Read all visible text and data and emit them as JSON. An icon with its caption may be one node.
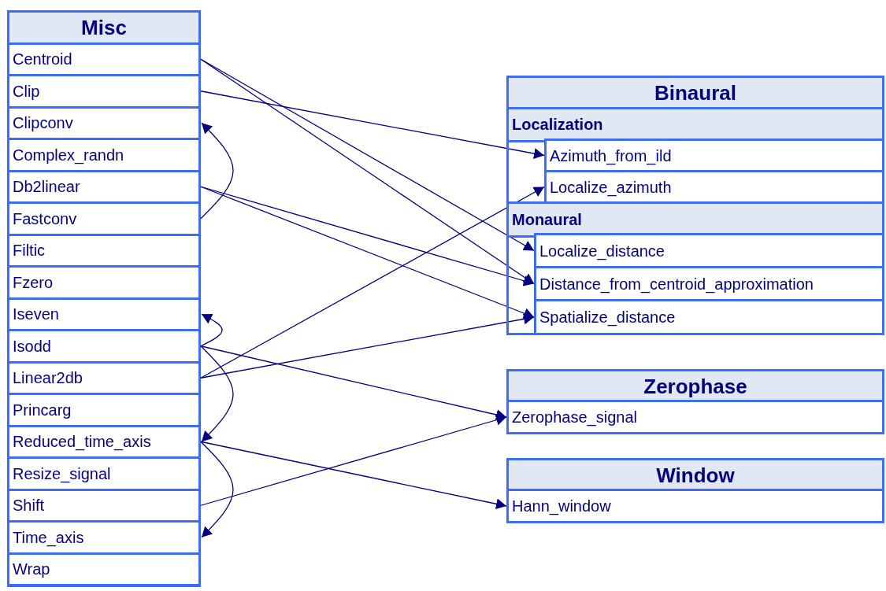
{
  "diagram": {
    "nodes": [
      {
        "text": [
          "Misc"
        ]
      },
      {
        "text": [
          "Centroid"
        ],
        "in": 0
      },
      {
        "text": [
          "Clip"
        ],
        "in": 0
      },
      {
        "text": [
          "Clipconv"
        ],
        "in": 0
      },
      {
        "text": [
          "Complex_randn"
        ],
        "in": 0
      },
      {
        "text": [
          "Db2linear"
        ],
        "in": 0
      },
      {
        "text": [
          "Fastconv"
        ],
        "in": 0
      },
      {
        "text": [
          "Filtic"
        ],
        "in": 0
      },
      {
        "text": [
          "Fzero"
        ],
        "in": 0
      },
      {
        "text": [
          "Iseven"
        ],
        "in": 0
      },
      {
        "text": [
          "Isodd"
        ],
        "in": 0
      },
      {
        "text": [
          "Linear2db"
        ],
        "in": 0
      },
      {
        "text": [
          "Princarg"
        ],
        "in": 0
      },
      {
        "text": [
          "Reduced_time_axis"
        ],
        "in": 0
      },
      {
        "text": [
          "Resize_signal"
        ],
        "in": 0
      },
      {
        "text": [
          "Shift"
        ],
        "in": 0
      },
      {
        "text": [
          "Time_axis"
        ],
        "in": 0
      },
      {
        "text": [
          "Wrap"
        ],
        "in": 0
      },
      {
        "text": [
          "Binaural"
        ]
      },
      {
        "text": [
          "Localization"
        ],
        "in": 18
      },
      {
        "text": [
          "Azimuth_from_ild"
        ],
        "in": 19
      },
      {
        "text": [
          "Localize_azimuth"
        ],
        "in": 19
      },
      {
        "text": [
          "Monaural"
        ],
        "in": 18
      },
      {
        "text": [
          "Localize_distance"
        ],
        "in": 22
      },
      {
        "text": [
          "Distance_from_centroid_approximation"
        ],
        "in": 22
      },
      {
        "text": [
          "Spatialize_distance"
        ],
        "in": 22
      },
      {
        "text": [
          "Zerophase"
        ]
      },
      {
        "text": [
          "Zerophase_signal"
        ],
        "in": 26
      },
      {
        "text": [
          "Window"
        ]
      },
      {
        "text": [
          "Hann_window"
        ],
        "in": 28
      }
    ],
    "edges": [
      {
        "from": 1,
        "to": 23,
        "arrow": "to"
      },
      {
        "from": 1,
        "to": 24,
        "arrow": "to"
      },
      {
        "from": 2,
        "to": 20,
        "arrow": "to"
      },
      {
        "from": 6,
        "to": 3,
        "arrow": "to"
      },
      {
        "from": 5,
        "to": 24,
        "arrow": "to"
      },
      {
        "from": 5,
        "to": 25,
        "arrow": "to"
      },
      {
        "from": 10,
        "to": 9,
        "arrow": "to"
      },
      {
        "from": 10,
        "to": 13,
        "arrow": "to"
      },
      {
        "from": 10,
        "to": 27,
        "arrow": "to"
      },
      {
        "from": 11,
        "to": 21,
        "arrow": "to"
      },
      {
        "from": 11,
        "to": 25,
        "arrow": "to"
      },
      {
        "from": 13,
        "to": 29,
        "arrow": "to"
      },
      {
        "from": 13,
        "to": 16,
        "arrow": "to"
      },
      {
        "from": 15,
        "to": 27,
        "arrow": "to"
      }
    ]
  }
}
